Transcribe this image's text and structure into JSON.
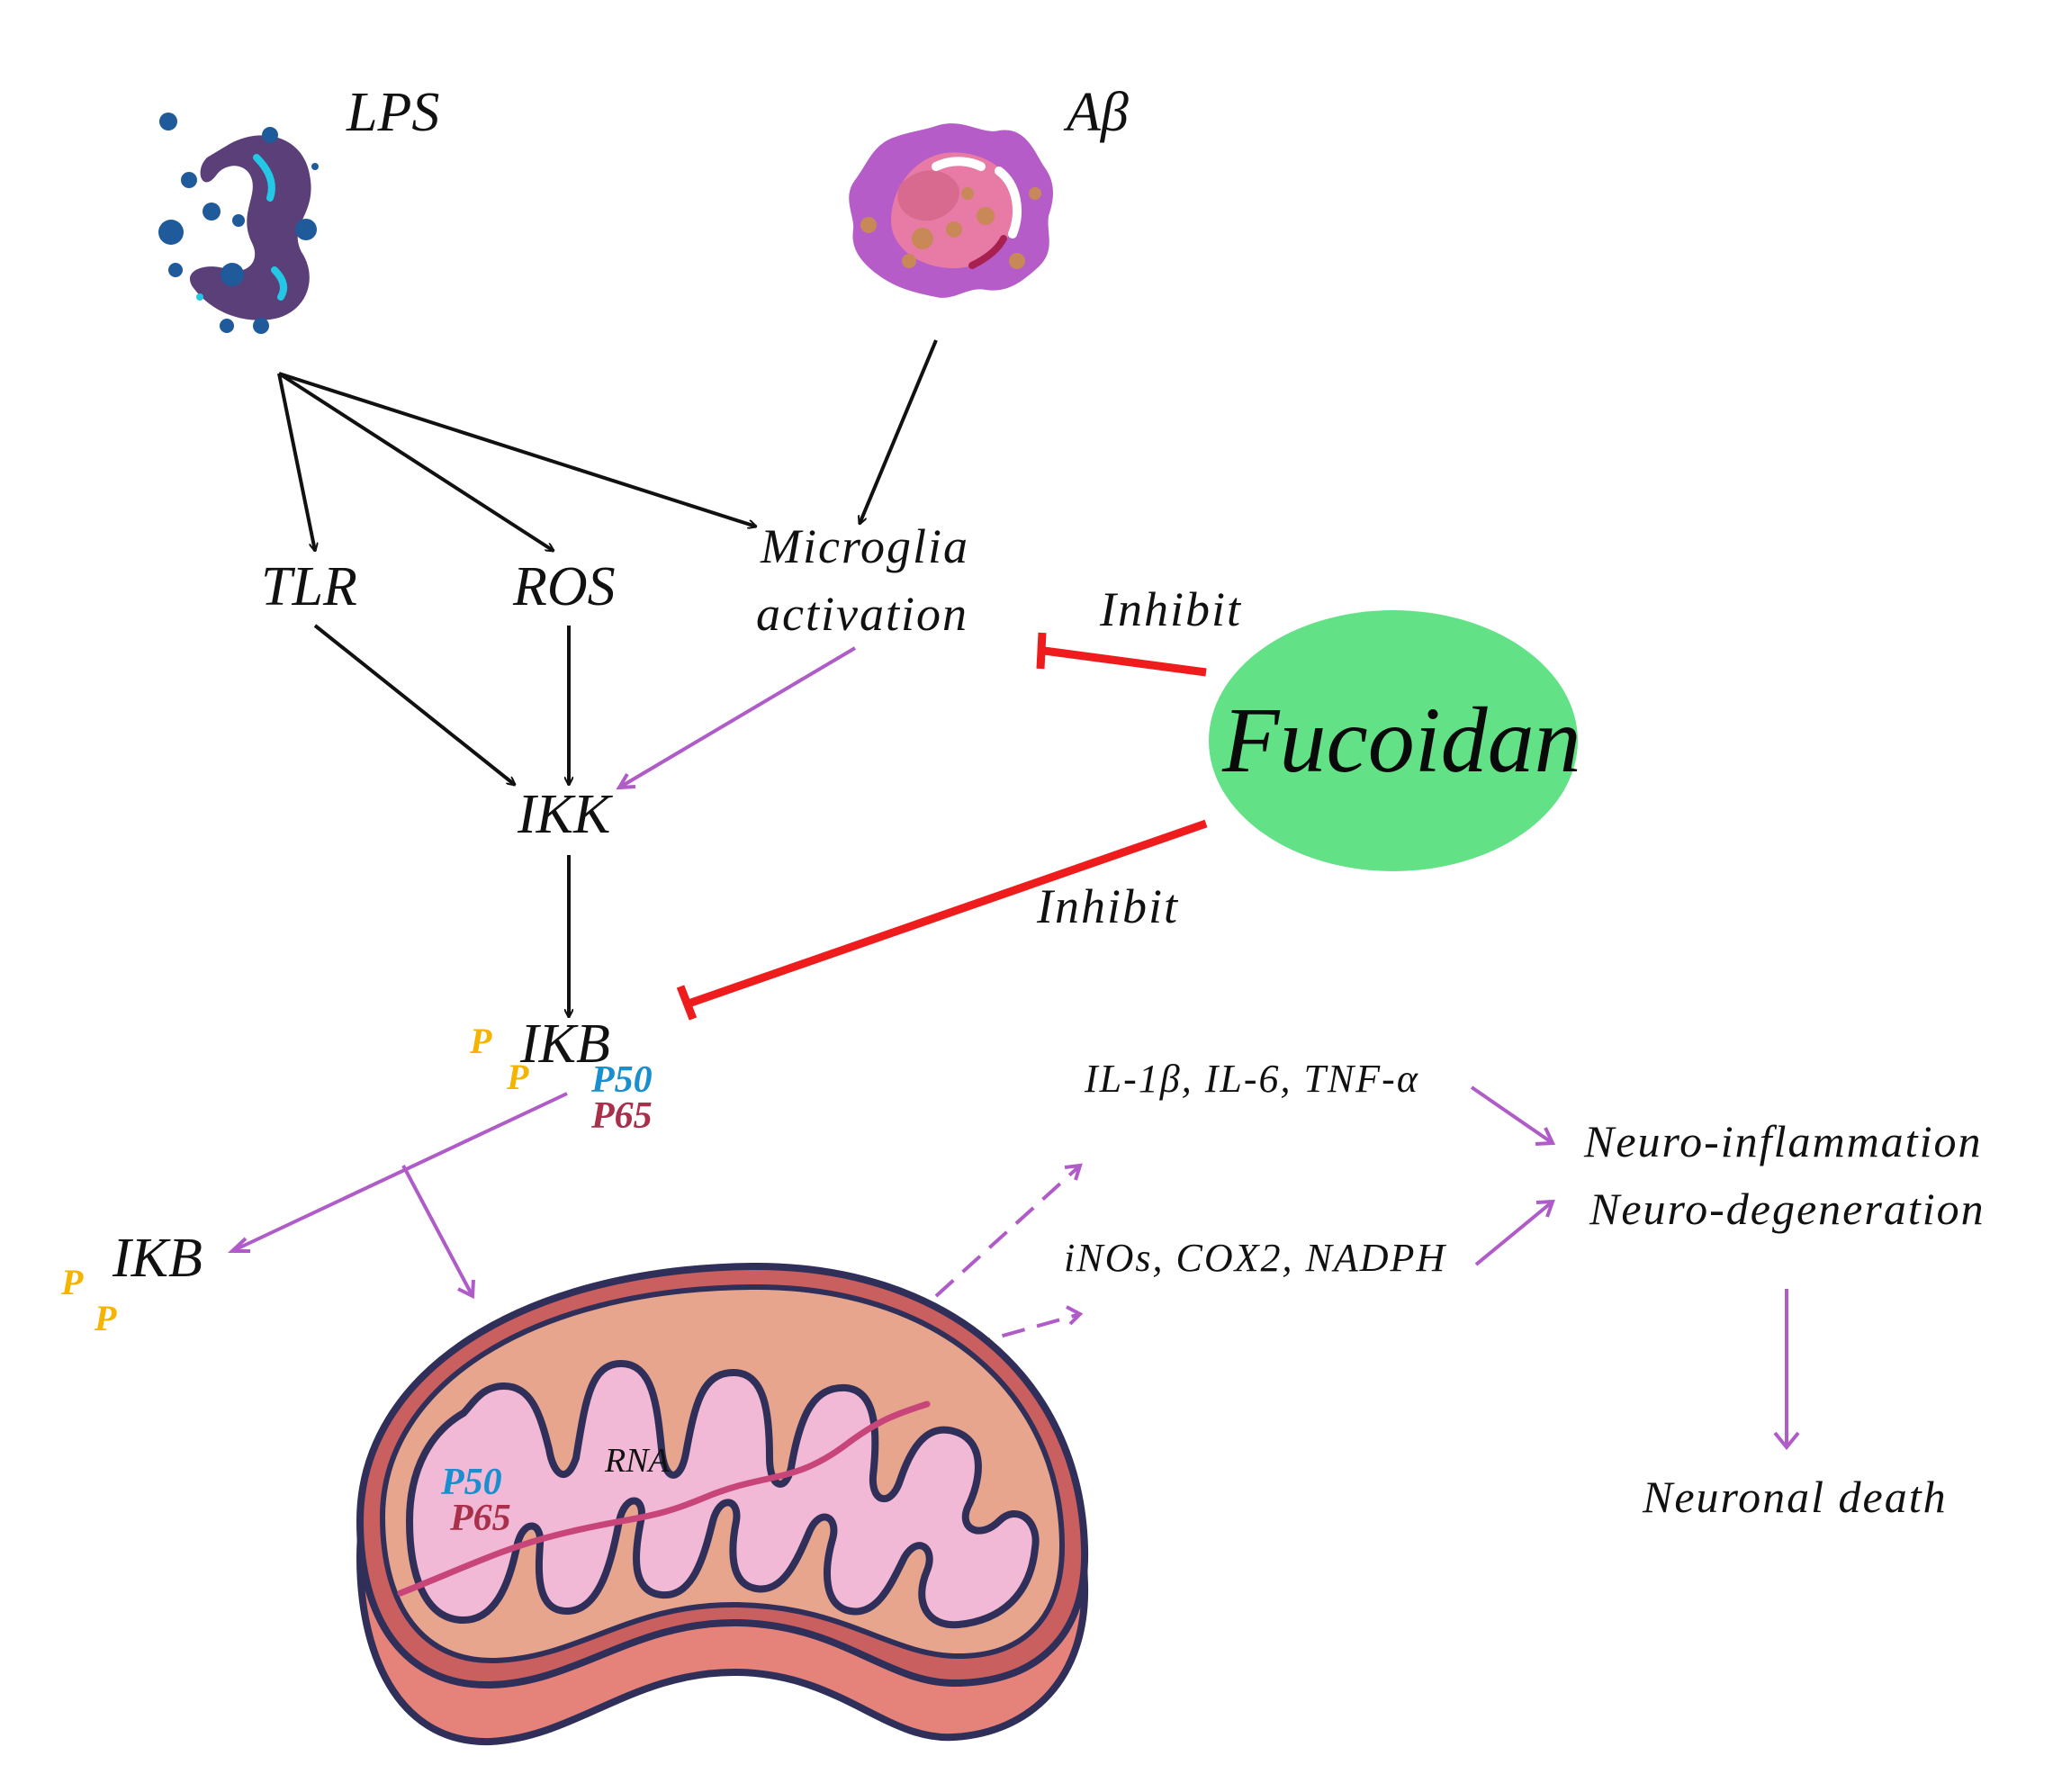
{
  "inputs": {
    "lps": "LPS",
    "abeta": "Aβ"
  },
  "nodes": {
    "tlr": "TLR",
    "ros": "ROS",
    "microglia_line1": "Microglia",
    "microglia_line2": "activation",
    "ikk": "IKK",
    "ikb": "IKB",
    "ikb_free": "IKB",
    "p_marker": "P",
    "p50": "P50",
    "p65": "P65",
    "rna": "RNA"
  },
  "fucoidan": {
    "label": "Fucoidan",
    "inhibit_upper": "Inhibit",
    "inhibit_lower": "Inhibit"
  },
  "mediators": {
    "cytokines": "IL-1β, IL-6, TNF-α",
    "enzymes": "iNOs, COX2, NADPH"
  },
  "outcomes": {
    "neuroinflammation": "Neuro-inflammation",
    "neurodegeneration": "Neuro-degeneration",
    "neuronal_death": "Neuronal death"
  },
  "colors": {
    "activation_arrow": "#111111",
    "pathway_arrow": "#b05cc8",
    "inhibition": "#ee1c1c",
    "fucoidan_fill": "#63e187",
    "phosphate": "#f5b400",
    "p50": "#1a8fd0",
    "p65": "#a8304a"
  },
  "icons": {
    "lps": "bacterium-icon",
    "abeta": "amyloid-plaque-icon",
    "organelle": "mitochondrion-icon"
  }
}
